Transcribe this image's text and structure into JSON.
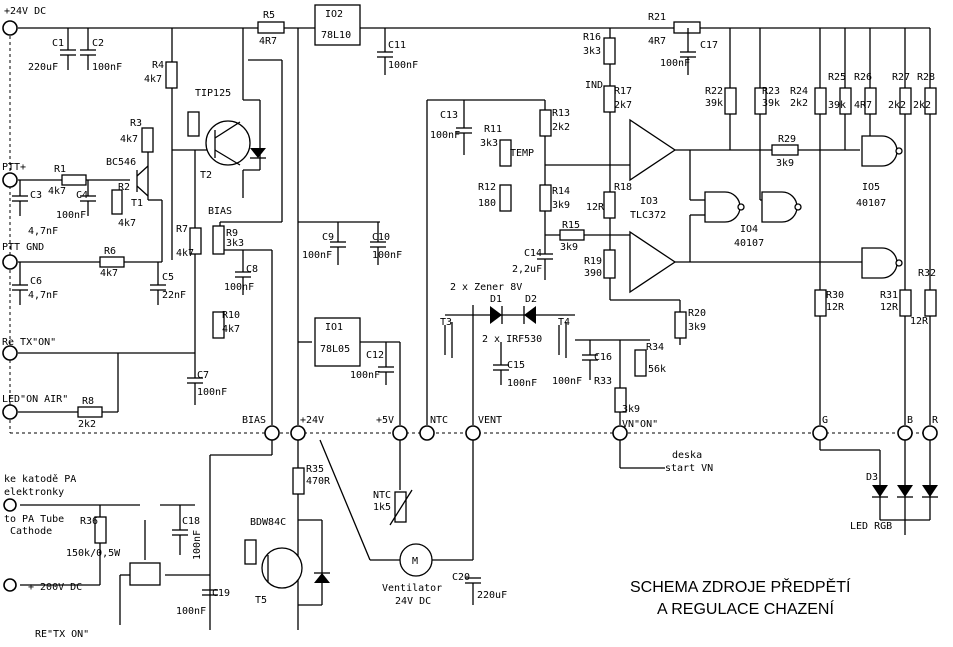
{
  "title": {
    "line1": "SCHEMA ZDROJE PŘEDPĚTÍ",
    "line2": "A REGULACE CHAZENÍ"
  },
  "terminals": {
    "plus24": "+24V DC",
    "ptt_plus": "PTT+",
    "ptt_gnd": "PTT GND",
    "re_tx_on": "Re TX\"ON\"",
    "led_on_air": "LED\"ON AIR\"",
    "bias": "BIAS",
    "plus24v": "+24V",
    "plus5v": "+5V",
    "ntc": "NTC",
    "vent": "VENT",
    "vn_on": "VN\"ON\"",
    "g": "G",
    "b": "B",
    "r": "R"
  },
  "notes": {
    "katoda1": "ke katodě PA",
    "katoda2": "elektronky",
    "cathode1": "to PA Tube",
    "cathode2": "Cathode",
    "hv": "+ 200V DC",
    "re_tx": "RE\"TX ON\"",
    "deska1": "deska",
    "deska2": "start VN",
    "zener": "2 x Zener 8V",
    "irf": "2 x IRF530",
    "ventilator1": "Ventilator",
    "ventilator2": "24V DC",
    "led_rgb": "LED RGB",
    "bias_label": "BIAS",
    "temp": "TEMP",
    "ind": "IND",
    "motor": "M"
  },
  "components": {
    "C1": {
      "ref": "C1",
      "val": "220uF"
    },
    "C2": {
      "ref": "C2",
      "val": "100nF"
    },
    "R4": {
      "ref": "R4",
      "val": "4k7"
    },
    "R5": {
      "ref": "R5",
      "val": "4R7"
    },
    "IO2": {
      "ref": "IO2",
      "val": "78L10"
    },
    "C11": {
      "ref": "C11",
      "val": "100nF"
    },
    "R16": {
      "ref": "R16",
      "val": "3k3"
    },
    "R21": {
      "ref": "R21",
      "val": "4R7"
    },
    "C17": {
      "ref": "C17",
      "val": "100nF"
    },
    "TIP": {
      "ref": "TIP125",
      "val": "T2"
    },
    "R3": {
      "ref": "R3",
      "val": "4k7"
    },
    "BC": {
      "ref": "BC546",
      "val": "T1"
    },
    "R1": {
      "ref": "R1",
      "val": "4k7"
    },
    "R2": {
      "ref": "R2",
      "val": "4k7"
    },
    "C3": {
      "ref": "C3",
      "val": "4,7nF"
    },
    "C4": {
      "ref": "C4",
      "val": "100nF"
    },
    "R6": {
      "ref": "R6",
      "val": "4k7"
    },
    "C5": {
      "ref": "C5",
      "val": "22nF"
    },
    "C6": {
      "ref": "C6",
      "val": "4,7nF"
    },
    "R7": {
      "ref": "R7",
      "val": "4k7"
    },
    "R9": {
      "ref": "R9",
      "val": "3k3"
    },
    "C8": {
      "ref": "C8",
      "val": "100nF"
    },
    "R10": {
      "ref": "R10",
      "val": "4k7"
    },
    "C7": {
      "ref": "C7",
      "val": "100nF"
    },
    "R8": {
      "ref": "R8",
      "val": "2k2"
    },
    "C9": {
      "ref": "C9",
      "val": "100nF"
    },
    "C10": {
      "ref": "C10",
      "val": "100nF"
    },
    "IO1": {
      "ref": "IO1",
      "val": "78L05"
    },
    "C12": {
      "ref": "C12",
      "val": "100nF"
    },
    "C13": {
      "ref": "C13",
      "val": "100nF"
    },
    "R11": {
      "ref": "R11",
      "val": "3k3"
    },
    "R12": {
      "ref": "R12",
      "val": "180"
    },
    "R13": {
      "ref": "R13",
      "val": "2k2"
    },
    "R14": {
      "ref": "R14",
      "val": "3k9"
    },
    "C14": {
      "ref": "C14",
      "val": "2,2uF"
    },
    "R15": {
      "ref": "R15",
      "val": "3k9"
    },
    "R17": {
      "ref": "R17",
      "val": "2k7"
    },
    "R18": {
      "ref": "R18",
      "val": "12R"
    },
    "R19": {
      "ref": "R19",
      "val": "390"
    },
    "IO3": {
      "ref": "IO3",
      "val": "TLC372"
    },
    "R20": {
      "ref": "R20",
      "val": "3k9"
    },
    "R22": {
      "ref": "R22",
      "val": "39k"
    },
    "R23": {
      "ref": "R23",
      "val": "39k"
    },
    "R24": {
      "ref": "R24",
      "val": "2k2"
    },
    "R25": {
      "ref": "R25",
      "val": "39k"
    },
    "R26": {
      "ref": "R26",
      "val": "4R7"
    },
    "R27": {
      "ref": "R27",
      "val": "2k2"
    },
    "R28": {
      "ref": "R28",
      "val": "2k2"
    },
    "R29": {
      "ref": "R29",
      "val": "3k9"
    },
    "IO5": {
      "ref": "IO5",
      "val": "40107"
    },
    "IO4": {
      "ref": "IO4",
      "val": "40107"
    },
    "R30": {
      "ref": "R30",
      "val": "12R"
    },
    "R31": {
      "ref": "R31",
      "val": "12R"
    },
    "R32": {
      "ref": "R32",
      "val": "12R"
    },
    "D1": {
      "ref": "D1",
      "val": ""
    },
    "D2": {
      "ref": "D2",
      "val": ""
    },
    "T3": {
      "ref": "T3",
      "val": ""
    },
    "T4": {
      "ref": "T4",
      "val": ""
    },
    "C15": {
      "ref": "C15",
      "val": "100nF"
    },
    "C16": {
      "ref": "C16",
      "val": "100nF"
    },
    "R33": {
      "ref": "R33",
      "val": "3k9"
    },
    "R34": {
      "ref": "R34",
      "val": "56k"
    },
    "R35": {
      "ref": "R35",
      "val": "470R"
    },
    "NTC": {
      "ref": "NTC",
      "val": "1k5"
    },
    "R36": {
      "ref": "R36",
      "val": "150k/0,5W"
    },
    "C18": {
      "ref": "C18",
      "val": "100nF"
    },
    "BDW": {
      "ref": "BDW84C",
      "val": "T5"
    },
    "C19": {
      "ref": "C19",
      "val": "100nF"
    },
    "C20": {
      "ref": "C20",
      "val": "220uF"
    },
    "D3": {
      "ref": "D3",
      "val": ""
    }
  }
}
